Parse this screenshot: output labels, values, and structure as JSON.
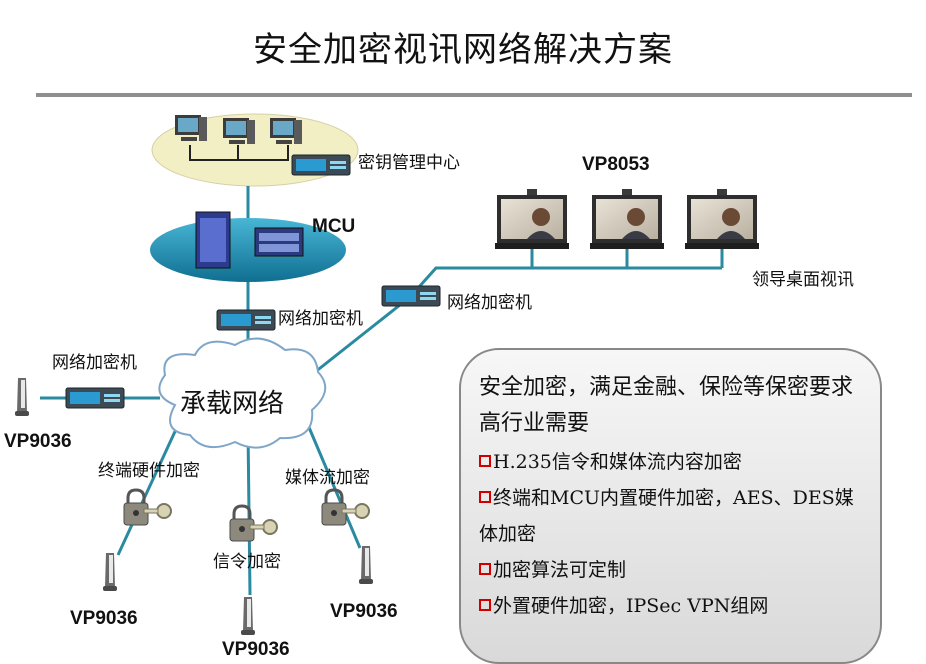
{
  "title": "安全加密视讯网络解决方案",
  "labels": {
    "key_center": "密钥管理中心",
    "mcu": "MCU",
    "vp8053": "VP8053",
    "desktop": "领导桌面视讯",
    "encryptor": "网络加密机",
    "cloud": "承载网络",
    "terminal_hw": "终端硬件加密",
    "signal_enc": "信令加密",
    "media_enc": "媒体流加密",
    "vp9036": "VP9036"
  },
  "panel": {
    "heading": "安全加密，满足金融、保险等保密要求高行业需要",
    "bullets": [
      "H.235信令和媒体流内容加密",
      "终端和MCU内置硬件加密，AES、DES媒体加密",
      "加密算法可定制",
      "外置硬件加密，IPSec VPN组网"
    ]
  },
  "colors": {
    "line": "#2a8aa0",
    "platform": "#1e8fb0",
    "cream": "#f3efc5",
    "bullet": "#d10000"
  },
  "icons": [
    "pc-icon",
    "encryptor-icon",
    "server-icon",
    "tv-icon",
    "phone-icon",
    "lock-icon",
    "key-icon",
    "cloud-icon"
  ]
}
